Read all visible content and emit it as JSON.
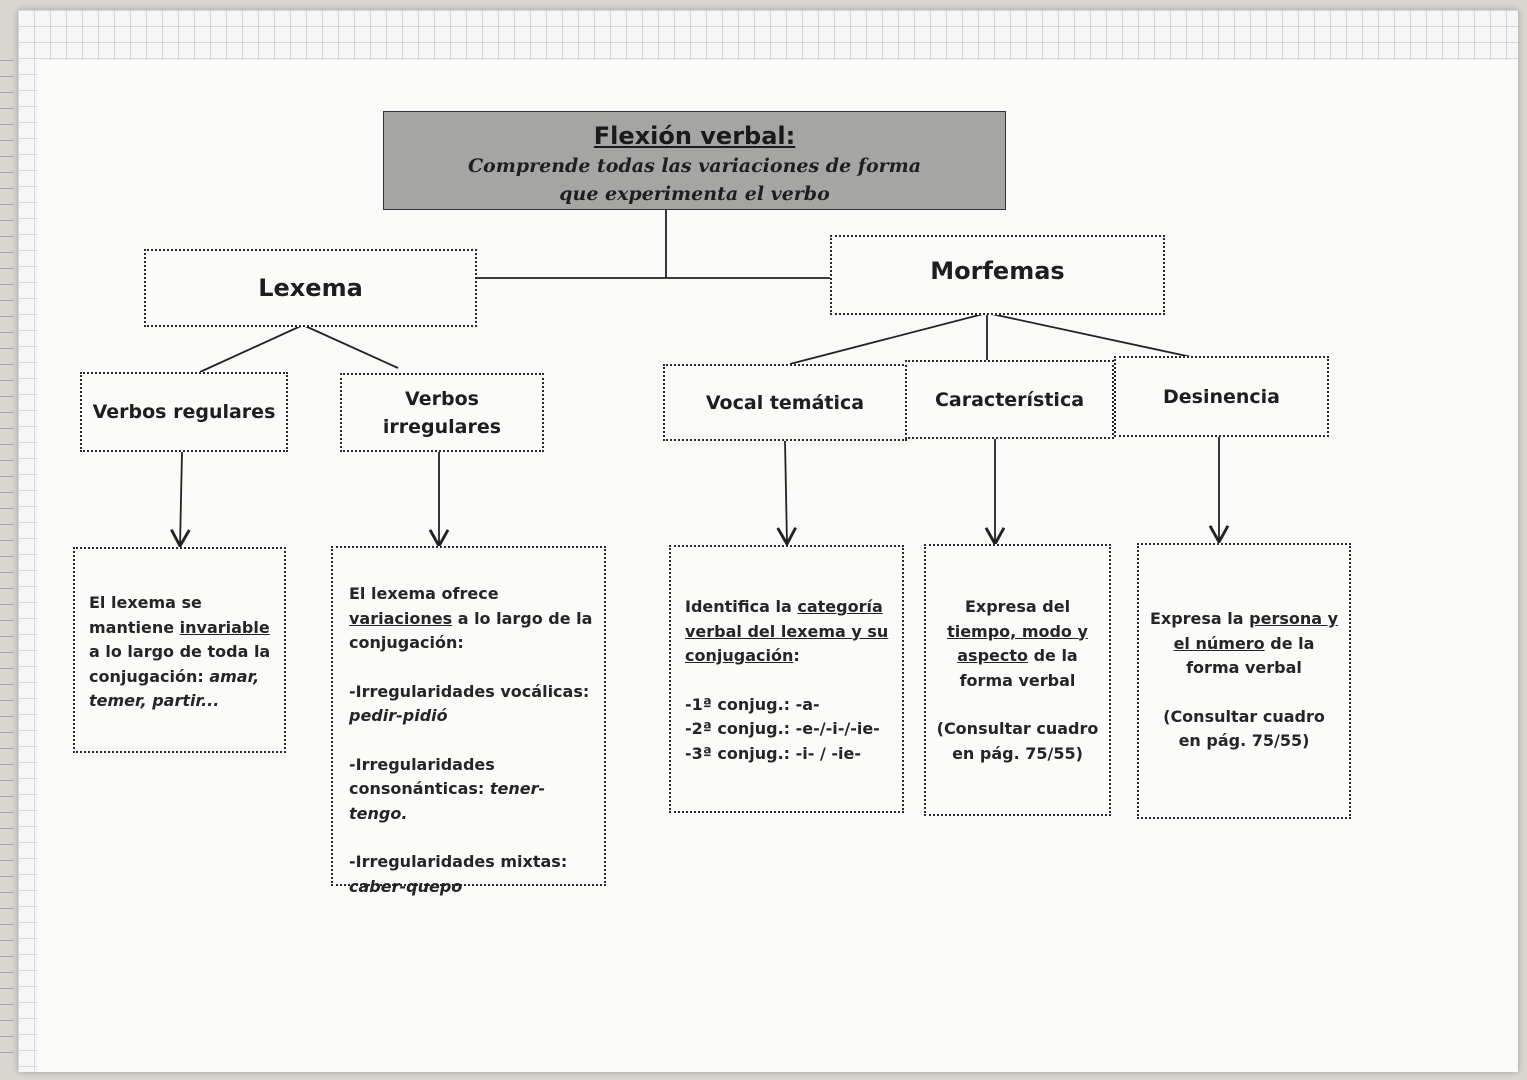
{
  "title": {
    "heading": "Flexión verbal:",
    "subtitle": "Comprende todas las variaciones de forma que experimenta el verbo"
  },
  "nodes": {
    "lexema": "Lexema",
    "morfemas": "Morfemas",
    "verbos_regulares": "Verbos regulares",
    "verbos_irregulares_l1": "Verbos",
    "verbos_irregulares_l2": "irregulares",
    "vocal_tematica": "Vocal temática",
    "caracteristica": "Característica",
    "desinencia": "Desinencia"
  },
  "regulares_desc": {
    "l1": "El lexema se",
    "l2a": "mantiene ",
    "l2u": "invariable",
    "l3": "a lo largo de toda la",
    "l4a": "conjugación: ",
    "l4i": "amar,",
    "l5i": "temer, partir..."
  },
  "irregulares_desc": {
    "l1": "El lexema ofrece",
    "l2u": "variaciones",
    "l2b": " a lo largo de la",
    "l3": "conjugación:",
    "voc_label": "-Irregularidades vocálicas:",
    "voc_example": "pedir-pidió",
    "cons_label1": "-Irregularidades",
    "cons_label2": "consonánticas: ",
    "cons_example": "tener-tengo.",
    "mix_label": "-Irregularidades mixtas:",
    "mix_example": "caber-quepo"
  },
  "vocal_desc": {
    "l1a": "Identifica la ",
    "l1u": "categoría",
    "l2u": "verbal del lexema y su",
    "l3u": "conjugación",
    "l3b": ":",
    "c1": "-1ª conjug.: -a-",
    "c2": "-2ª conjug.: -e-/-i-/-ie-",
    "c3": "-3ª conjug.: -i- / -ie-"
  },
  "caracteristica_desc": {
    "l1": "Expresa del",
    "l2u": "tiempo, modo y",
    "l3u": "aspecto",
    "l3b": " de la",
    "l4": "forma verbal",
    "ref1": "(Consultar cuadro",
    "ref2": "en pág. 75/55)"
  },
  "desinencia_desc": {
    "l1a": "Expresa la ",
    "l1u": "persona y",
    "l2u": "el número",
    "l2b": " de la",
    "l3": "forma verbal",
    "ref1": "(Consultar cuadro",
    "ref2": "en pág. 75/55)"
  },
  "colors": {
    "title_fill": "#a5a5a3",
    "ink": "#1e1e1e",
    "paper": "#f6f6f4",
    "grid": "#788cbe"
  }
}
